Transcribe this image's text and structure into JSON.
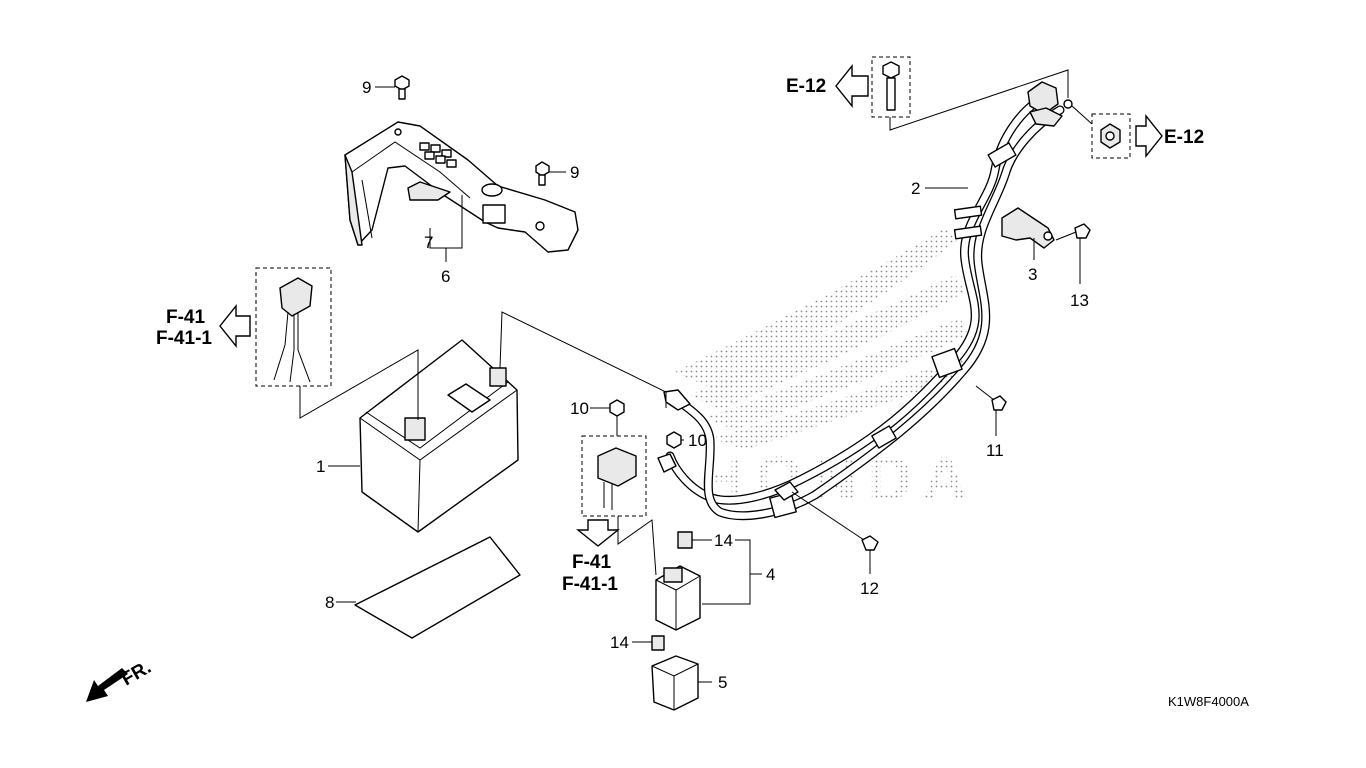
{
  "callouts": {
    "n1": "1",
    "n2": "2",
    "n3": "3",
    "n4": "4",
    "n5": "5",
    "n6": "6",
    "n7": "7",
    "n8": "8",
    "n9a": "9",
    "n9b": "9",
    "n10a": "10",
    "n10b": "10",
    "n11": "11",
    "n12": "12",
    "n13": "13",
    "n14a": "14",
    "n14b": "14"
  },
  "refs": {
    "e12_left": "E-12",
    "e12_right": "E-12",
    "f41_left": "F-41",
    "f411_left": "F-41-1",
    "f41_bottom": "F-41",
    "f411_bottom": "F-41-1"
  },
  "direction_label": "FR.",
  "diagram_code": "K1W8F4000A",
  "watermark": "HONDA"
}
